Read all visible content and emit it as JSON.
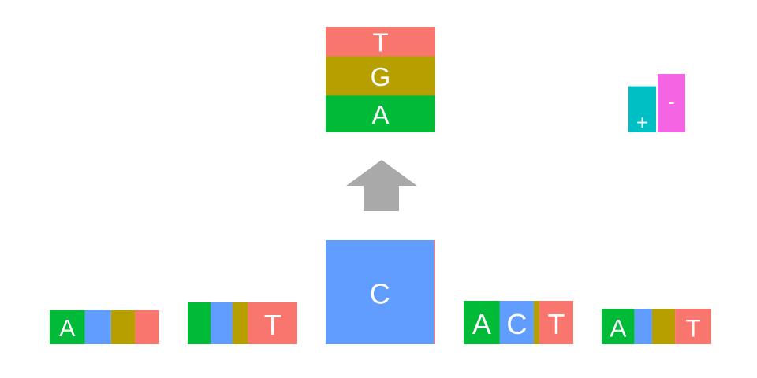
{
  "colors": {
    "A": "#00BA38",
    "C": "#619CFF",
    "G": "#B79F00",
    "T": "#F8766D",
    "plus": "#00BFC4",
    "minus": "#F564E3",
    "arrow": "#A9A9A9",
    "label": "#ffffff"
  },
  "target": {
    "segments": [
      {
        "base": "T",
        "fraction": 0.28,
        "label": "T"
      },
      {
        "base": "G",
        "fraction": 0.37,
        "label": "G"
      },
      {
        "base": "A",
        "fraction": 0.35,
        "label": "A"
      }
    ]
  },
  "arrow": {
    "icon": "up-arrow-icon"
  },
  "strand_legend": [
    {
      "strand": "plus",
      "label": "+",
      "level": 0.79
    },
    {
      "strand": "minus",
      "label": "-",
      "level": 1.0
    }
  ],
  "context": [
    {
      "segments": [
        {
          "base": "A",
          "fraction": 0.32,
          "label": "A"
        },
        {
          "base": "C",
          "fraction": 0.24,
          "label": ""
        },
        {
          "base": "G",
          "fraction": 0.22,
          "label": ""
        },
        {
          "base": "T",
          "fraction": 0.22,
          "label": ""
        }
      ]
    },
    {
      "segments": [
        {
          "base": "A",
          "fraction": 0.21,
          "label": ""
        },
        {
          "base": "C",
          "fraction": 0.2,
          "label": ""
        },
        {
          "base": "G",
          "fraction": 0.14,
          "label": ""
        },
        {
          "base": "T",
          "fraction": 0.45,
          "label": "T"
        }
      ]
    },
    {
      "segments": [
        {
          "base": "C",
          "fraction": 0.99,
          "label": "C"
        },
        {
          "base": "T",
          "fraction": 0.01,
          "label": ""
        }
      ]
    },
    {
      "segments": [
        {
          "base": "A",
          "fraction": 0.33,
          "label": "A"
        },
        {
          "base": "C",
          "fraction": 0.31,
          "label": "C"
        },
        {
          "base": "G",
          "fraction": 0.05,
          "label": ""
        },
        {
          "base": "T",
          "fraction": 0.31,
          "label": "T"
        }
      ]
    },
    {
      "segments": [
        {
          "base": "A",
          "fraction": 0.3,
          "label": "A"
        },
        {
          "base": "C",
          "fraction": 0.16,
          "label": ""
        },
        {
          "base": "G",
          "fraction": 0.21,
          "label": ""
        },
        {
          "base": "T",
          "fraction": 0.33,
          "label": "T"
        }
      ]
    }
  ]
}
